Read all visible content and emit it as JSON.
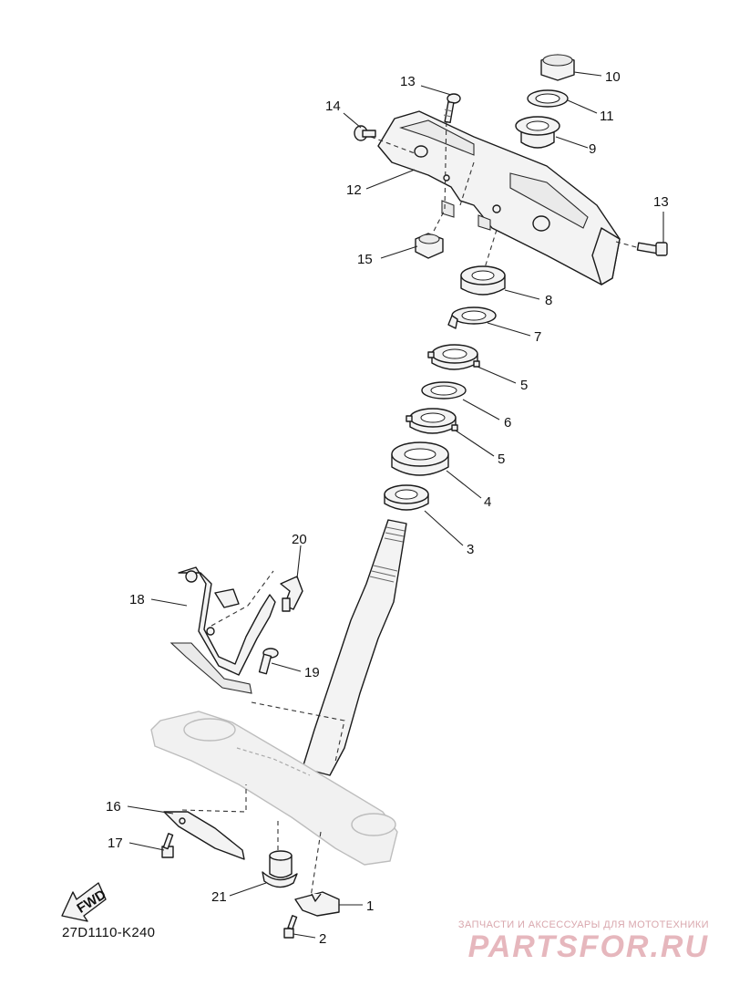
{
  "diagram": {
    "reference_code": "27D1110-K240",
    "fwd_label": "FWD",
    "watermark": {
      "tagline": "ЗАПЧАСТИ И АКСЕССУАРЫ ДЛЯ МОТОТЕХНИКИ",
      "brand": "PARTSFOR.RU"
    },
    "callouts": {
      "c1": "1",
      "c2": "2",
      "c3": "3",
      "c4": "4",
      "c5a": "5",
      "c5b": "5",
      "c6": "6",
      "c7": "7",
      "c8": "8",
      "c9": "9",
      "c10": "10",
      "c11": "11",
      "c12": "12",
      "c13a": "13",
      "c13b": "13",
      "c14": "14",
      "c15": "15",
      "c16": "16",
      "c17": "17",
      "c18": "18",
      "c19": "19",
      "c20": "20",
      "c21": "21"
    }
  }
}
